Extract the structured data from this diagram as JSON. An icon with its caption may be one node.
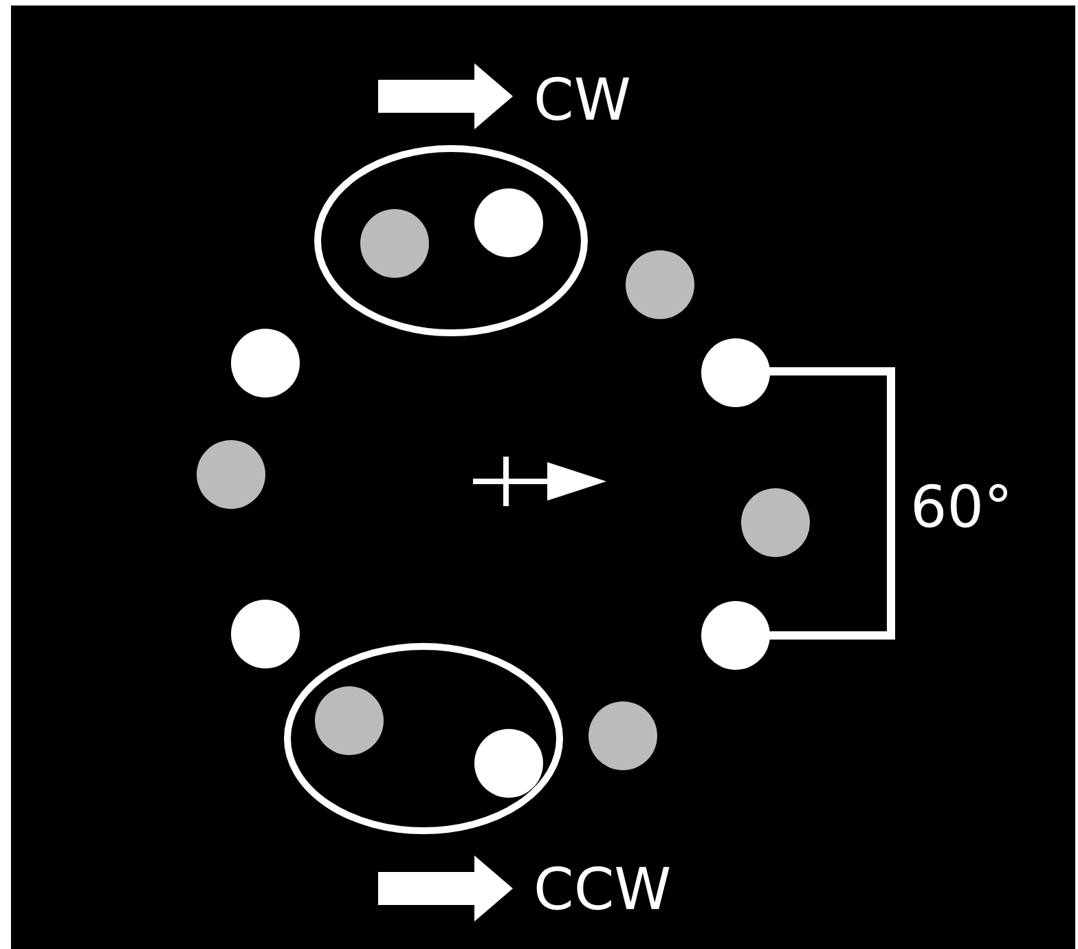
{
  "diagram": {
    "labels": [
      "CW",
      "60°",
      "CCW"
    ]
  }
}
